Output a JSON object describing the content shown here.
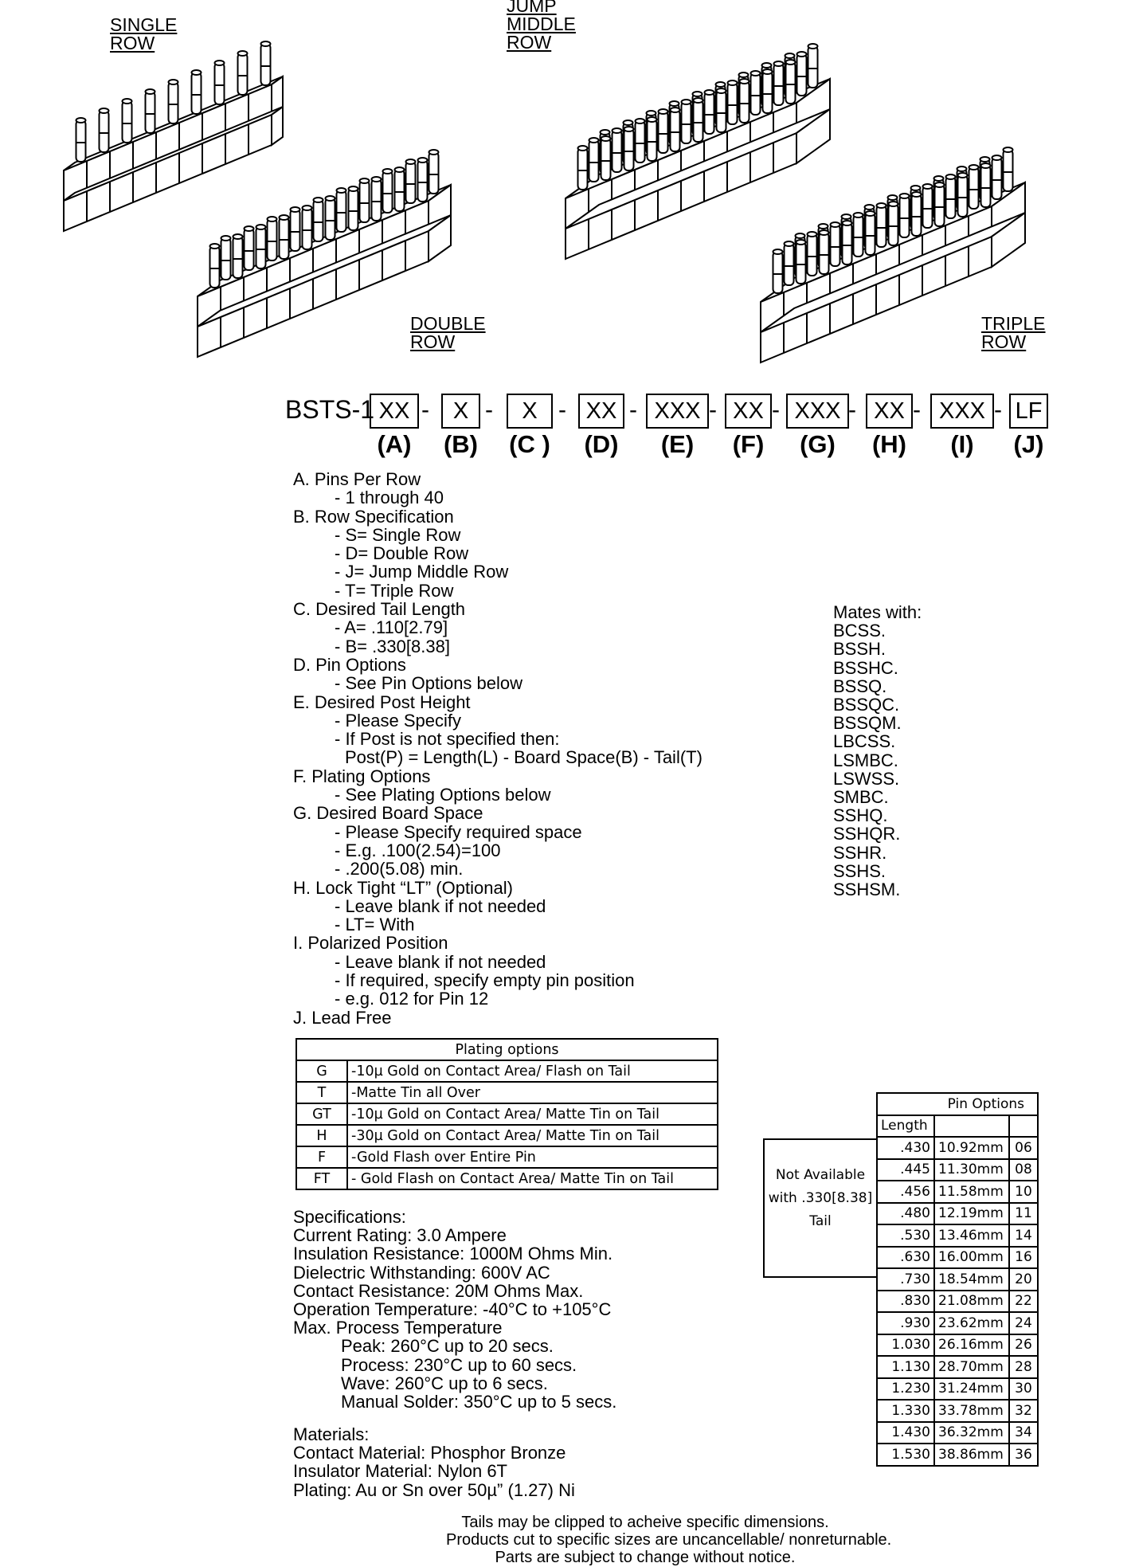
{
  "illustrations": {
    "single_row": [
      "SINGLE",
      "ROW"
    ],
    "double_row": [
      "DOUBLE",
      "ROW"
    ],
    "jump_middle_row": [
      "JUMP",
      "MIDDLE",
      "ROW"
    ],
    "triple_row": [
      "TRIPLE",
      "ROW"
    ]
  },
  "part_number": {
    "prefix": "BSTS-1",
    "fields": [
      {
        "code": "XX",
        "letter": "(A)"
      },
      {
        "code": "X",
        "letter": "(B)"
      },
      {
        "code": "X",
        "letter": "(C )"
      },
      {
        "code": "XX",
        "letter": "(D)"
      },
      {
        "code": "XXX",
        "letter": "(E)"
      },
      {
        "code": "XX",
        "letter": "(F)"
      },
      {
        "code": "XXX",
        "letter": "(G)"
      },
      {
        "code": "XX",
        "letter": "(H)"
      },
      {
        "code": "XXX",
        "letter": "(I)"
      },
      {
        "code": "LF",
        "letter": "(J)"
      }
    ],
    "separator": "-"
  },
  "options": [
    {
      "head": "A. Pins Per Row",
      "items": [
        "- 1 through 40"
      ]
    },
    {
      "head": "B. Row Specification",
      "items": [
        "- S= Single Row",
        "- D= Double Row",
        "- J= Jump Middle Row",
        "- T= Triple Row"
      ]
    },
    {
      "head": "C. Desired Tail Length",
      "items": [
        "- A= .110[2.79]",
        "- B= .330[8.38]"
      ]
    },
    {
      "head": "D. Pin Options",
      "items": [
        "- See Pin Options below"
      ]
    },
    {
      "head": "E. Desired Post Height",
      "items": [
        "- Please Specify",
        "- If Post is not specified then:"
      ],
      "extra": "Post(P) = Length(L) - Board Space(B) - Tail(T)"
    },
    {
      "head": "F. Plating Options",
      "items": [
        "- See Plating Options below"
      ]
    },
    {
      "head": "G. Desired Board Space",
      "items": [
        "- Please Specify required space",
        "- E.g. .100(2.54)=100",
        "- .200(5.08) min."
      ]
    },
    {
      "head": "H. Lock Tight “LT” (Optional)",
      "items": [
        "- Leave blank if not needed",
        "- LT= With"
      ]
    },
    {
      "head": "I. Polarized Position",
      "items": [
        "- Leave blank if not needed",
        "- If required, specify empty pin position",
        "- e.g. 012 for Pin 12"
      ]
    },
    {
      "head": "J. Lead Free",
      "items": []
    }
  ],
  "mates": {
    "title": "Mates with:",
    "items": [
      "BCSS.",
      "BSSH.",
      "BSSHC.",
      "BSSQ.",
      "BSSQC.",
      "BSSQM.",
      "LBCSS.",
      "LSMBC.",
      "LSWSS.",
      "SMBC.",
      "SSHQ.",
      "SSHQR.",
      "SSHR.",
      "SSHS.",
      "SSHSM."
    ]
  },
  "plating_table": {
    "title": "Plating options",
    "rows": [
      {
        "code": "G",
        "desc": "-10µ Gold on Contact Area/ Flash on Tail"
      },
      {
        "code": "T",
        "desc": "-Matte Tin all Over"
      },
      {
        "code": "GT",
        "desc": "-10µ Gold on Contact Area/ Matte Tin on Tail"
      },
      {
        "code": "H",
        "desc": "-30µ Gold on Contact Area/ Matte Tin on Tail"
      },
      {
        "code": "F",
        "desc": "-Gold Flash over Entire Pin"
      },
      {
        "code": "FT",
        "desc": "- Gold Flash on Contact Area/ Matte Tin on Tail"
      }
    ]
  },
  "pin_options": {
    "title": "Pin Options",
    "length_header": "Length",
    "note_lines": [
      "Not Available",
      "with .330[8.38]",
      "Tail"
    ],
    "rows": [
      {
        "len": ".430",
        "mm": "10.92mm",
        "code": "06"
      },
      {
        "len": ".445",
        "mm": "11.30mm",
        "code": "08"
      },
      {
        "len": ".456",
        "mm": "11.58mm",
        "code": "10"
      },
      {
        "len": ".480",
        "mm": "12.19mm",
        "code": "11"
      },
      {
        "len": ".530",
        "mm": "13.46mm",
        "code": "14"
      },
      {
        "len": ".630",
        "mm": "16.00mm",
        "code": "16"
      },
      {
        "len": ".730",
        "mm": "18.54mm",
        "code": "20"
      },
      {
        "len": ".830",
        "mm": "21.08mm",
        "code": "22"
      },
      {
        "len": ".930",
        "mm": "23.62mm",
        "code": "24"
      },
      {
        "len": "1.030",
        "mm": "26.16mm",
        "code": "26"
      },
      {
        "len": "1.130",
        "mm": "28.70mm",
        "code": "28"
      },
      {
        "len": "1.230",
        "mm": "31.24mm",
        "code": "30"
      },
      {
        "len": "1.330",
        "mm": "33.78mm",
        "code": "32"
      },
      {
        "len": "1.430",
        "mm": "36.32mm",
        "code": "34"
      },
      {
        "len": "1.530",
        "mm": "38.86mm",
        "code": "36"
      }
    ]
  },
  "specifications": {
    "title": "Specifications:",
    "lines": [
      "Current Rating: 3.0 Ampere",
      "Insulation Resistance: 1000M Ohms Min.",
      "Dielectric Withstanding: 600V AC",
      "Contact Resistance: 20M Ohms Max.",
      "Operation Temperature: -40°C to +105°C",
      "Max. Process Temperature"
    ],
    "process_lines": [
      "Peak: 260°C up to 20 secs.",
      "Process: 230°C up to 60 secs.",
      "Wave: 260°C up to 6 secs.",
      "Manual Solder: 350°C  up to 5 secs."
    ]
  },
  "materials": {
    "title": "Materials:",
    "lines": [
      "Contact Material: Phosphor Bronze",
      "Insulator Material: Nylon 6T",
      "Plating: Au or Sn over 50µ” (1.27) Ni"
    ]
  },
  "footer": [
    "Tails may be clipped to acheive specific dimensions.",
    "Products cut to specific sizes are uncancellable/ nonreturnable.",
    "Parts are subject to change without notice."
  ]
}
